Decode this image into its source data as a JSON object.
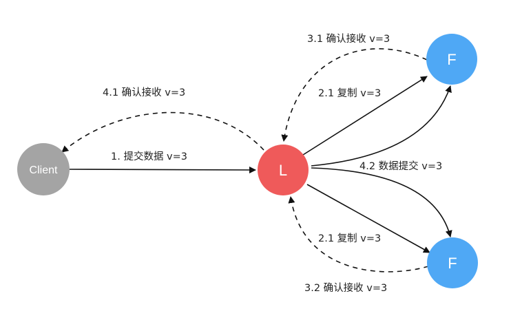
{
  "colors": {
    "client_fill": "#a4a4a4",
    "leader_fill": "#ef5a5a",
    "follower_fill": "#4fa8f5",
    "edge": "#111111",
    "text": "#222222"
  },
  "nodes": {
    "client": {
      "label": "Client"
    },
    "leader": {
      "label": "L"
    },
    "follower_top": {
      "label": "F"
    },
    "follower_bottom": {
      "label": "F"
    }
  },
  "edges": {
    "submit_to_leader": {
      "label": "1. 提交数据 v=3",
      "style": "solid"
    },
    "replicate_top": {
      "label": "2.1 复制 v=3",
      "style": "solid"
    },
    "replicate_bottom": {
      "label": "2.1 复制 v=3",
      "style": "solid"
    },
    "ack_from_top": {
      "label": "3.1 确认接收 v=3",
      "style": "dashed"
    },
    "ack_from_bottom": {
      "label": "3.2 确认接收 v=3",
      "style": "dashed"
    },
    "ack_to_client": {
      "label": "4.1 确认接收 v=3",
      "style": "dashed"
    },
    "commit_to_followers": {
      "label": "4.2 数据提交 v=3",
      "style": "solid"
    }
  }
}
